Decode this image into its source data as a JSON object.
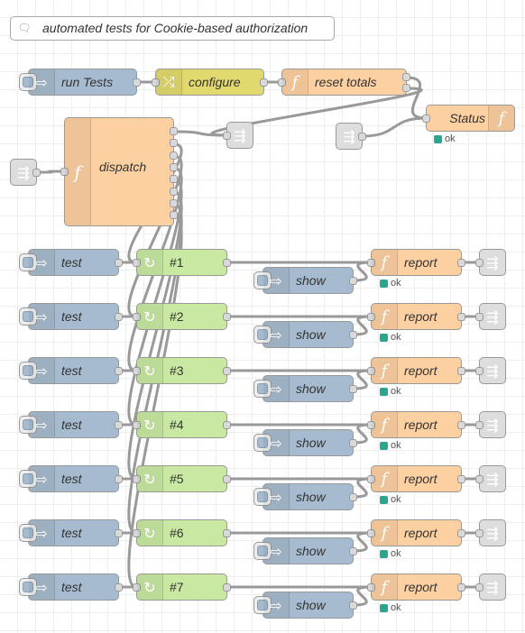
{
  "comment": "automated tests for Cookie-based authorization",
  "header_nodes": {
    "run_tests": "run Tests",
    "configure": "configure",
    "reset_totals": "reset totals",
    "status": "Status",
    "status_text": "ok",
    "dispatch": "dispatch"
  },
  "test_rows": [
    {
      "inject": "test",
      "loop": "#1",
      "show": "show",
      "report": "report",
      "status": "ok"
    },
    {
      "inject": "test",
      "loop": "#2",
      "show": "show",
      "report": "report",
      "status": "ok"
    },
    {
      "inject": "test",
      "loop": "#3",
      "show": "show",
      "report": "report",
      "status": "ok"
    },
    {
      "inject": "test",
      "loop": "#4",
      "show": "show",
      "report": "report",
      "status": "ok"
    },
    {
      "inject": "test",
      "loop": "#5",
      "show": "show",
      "report": "report",
      "status": "ok"
    },
    {
      "inject": "test",
      "loop": "#6",
      "show": "show",
      "report": "report",
      "status": "ok"
    },
    {
      "inject": "test",
      "loop": "#7",
      "show": "show",
      "report": "report",
      "status": "ok"
    }
  ],
  "colors": {
    "inject": "#a6bbcf",
    "function": "#fdd0a2",
    "change": "#e2d96e",
    "loop": "#c9e9a2",
    "link": "#dddddd",
    "status_ok": "#2ca58d",
    "wire": "#999999"
  },
  "icons": {
    "inject": "arrow-right-icon",
    "function": "function-f-icon",
    "change": "shuffle-icon",
    "loop": "refresh-icon",
    "link_out": "link-out-icon",
    "link_in": "link-in-icon",
    "comment": "comment-bubble-icon"
  }
}
